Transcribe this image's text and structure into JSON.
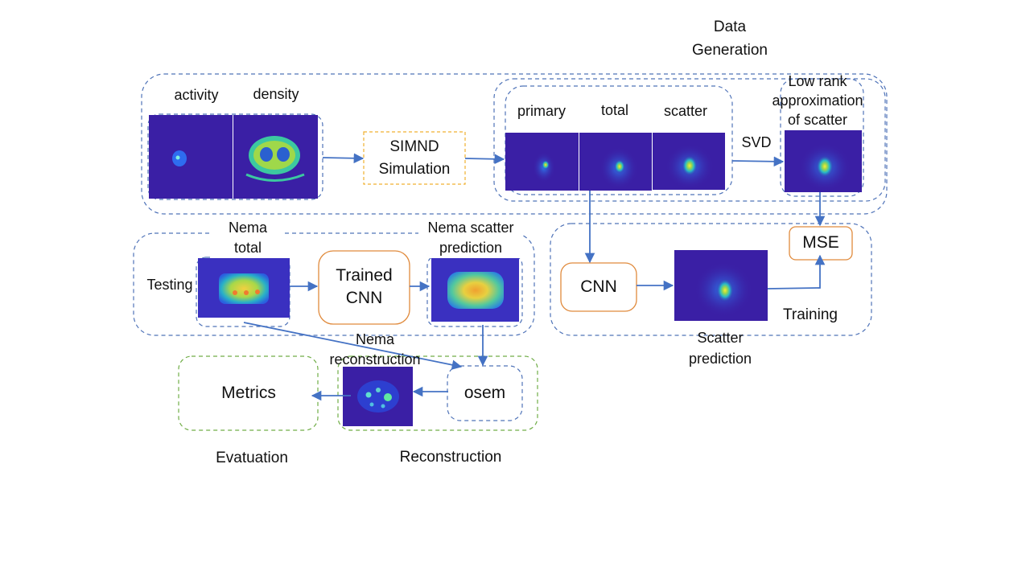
{
  "data_generation": {
    "title_line1": "Data",
    "title_line2": "Generation",
    "activity_label": "activity",
    "density_label": "density",
    "simnd_line1": "SIMND",
    "simnd_line2": "Simulation",
    "primary_label": "primary",
    "total_label": "total",
    "scatter_label": "scatter",
    "svd_label": "SVD",
    "low_rank_line1": "Low rank",
    "low_rank_line2": "approximation",
    "low_rank_line3": "of scatter"
  },
  "training": {
    "cnn_label": "CNN",
    "mse_label": "MSE",
    "scatter_pred_line1": "Scatter",
    "scatter_pred_line2": "prediction",
    "title": "Training"
  },
  "testing": {
    "title": "Testing",
    "nema_total_line1": "Nema",
    "nema_total_line2": "total",
    "trained_cnn_line1": "Trained",
    "trained_cnn_line2": "CNN",
    "nema_scatter_line1": "Nema scatter",
    "nema_scatter_line2": "prediction"
  },
  "reconstruction": {
    "nema_recon_line1": "Nema",
    "nema_recon_line2": "reconstruction",
    "osem_label": "osem",
    "title": "Reconstruction"
  },
  "evaluation": {
    "metrics_label": "Metrics",
    "title": "Evatuation"
  },
  "colors": {
    "dashed_blue": "#4f73b8",
    "dashed_orange": "#f0b030",
    "dashed_green": "#70ad47",
    "box_orange": "#e08a3c",
    "arrow_blue": "#4472c4",
    "image_background": "#3a1fa5"
  }
}
